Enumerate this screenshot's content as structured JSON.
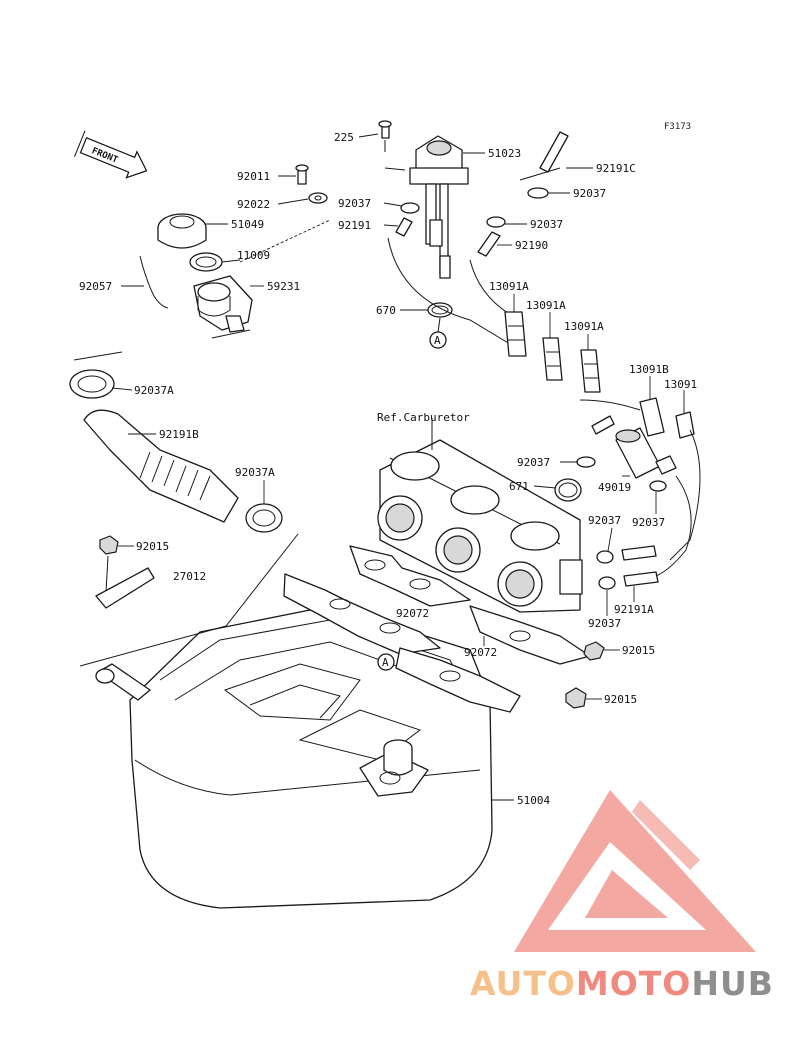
{
  "figure_code": "F3173",
  "front_label": "FRONT",
  "ref_label": "Ref.Carburetor",
  "callout_a": "A",
  "parts": [
    {
      "id": "p225",
      "num": "225"
    },
    {
      "id": "p51023",
      "num": "51023"
    },
    {
      "id": "p92191c",
      "num": "92191C"
    },
    {
      "id": "p92037-top-r",
      "num": "92037"
    },
    {
      "id": "p92037-top-l",
      "num": "92037"
    },
    {
      "id": "p92037-top-m",
      "num": "92037"
    },
    {
      "id": "p92191",
      "num": "92191"
    },
    {
      "id": "p92190",
      "num": "92190"
    },
    {
      "id": "p92011",
      "num": "92011"
    },
    {
      "id": "p92022",
      "num": "92022"
    },
    {
      "id": "p51049",
      "num": "51049"
    },
    {
      "id": "p11009",
      "num": "11009"
    },
    {
      "id": "p92057",
      "num": "92057"
    },
    {
      "id": "p59231",
      "num": "59231"
    },
    {
      "id": "p670",
      "num": "670"
    },
    {
      "id": "p13091a-1",
      "num": "13091A"
    },
    {
      "id": "p13091a-2",
      "num": "13091A"
    },
    {
      "id": "p13091a-3",
      "num": "13091A"
    },
    {
      "id": "p13091b",
      "num": "13091B"
    },
    {
      "id": "p13091",
      "num": "13091"
    },
    {
      "id": "p92037a-1",
      "num": "92037A"
    },
    {
      "id": "p92191b",
      "num": "92191B"
    },
    {
      "id": "p92037a-2",
      "num": "92037A"
    },
    {
      "id": "p92037-mid",
      "num": "92037"
    },
    {
      "id": "p671",
      "num": "671"
    },
    {
      "id": "p49019",
      "num": "49019"
    },
    {
      "id": "p92037-r1",
      "num": "92037"
    },
    {
      "id": "p92037-r2",
      "num": "92037"
    },
    {
      "id": "p92015-l",
      "num": "92015"
    },
    {
      "id": "p27012",
      "num": "27012"
    },
    {
      "id": "p92191a",
      "num": "92191A"
    },
    {
      "id": "p92037-r3",
      "num": "92037"
    },
    {
      "id": "p92072-1",
      "num": "92072"
    },
    {
      "id": "p92072-2",
      "num": "92072"
    },
    {
      "id": "p92015-r1",
      "num": "92015"
    },
    {
      "id": "p92015-r2",
      "num": "92015"
    },
    {
      "id": "p51004",
      "num": "51004"
    }
  ],
  "watermark": {
    "part1": "AUTO",
    "part2": "MOTO",
    "part3": "HUB",
    "color1": "#f6c08a",
    "color2": "#f08a80",
    "color3": "#8e8e8e",
    "logo_color": "#f19a92"
  }
}
